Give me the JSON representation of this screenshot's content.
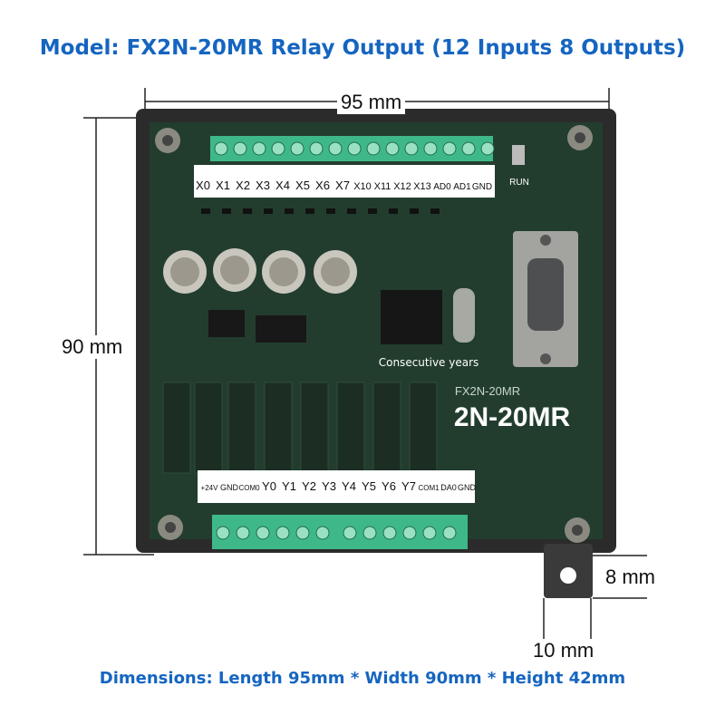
{
  "header": {
    "title": "Model: FX2N-20MR Relay Output (12 Inputs 8 Outputs)"
  },
  "footer": {
    "subtitle": "Dimensions: Length 95mm * Width 90mm * Height 42mm"
  },
  "dimensions": {
    "width_label": "95 mm",
    "height_label": "90 mm",
    "tab_height_label": "8 mm",
    "tab_width_label": "10 mm"
  },
  "board": {
    "input_labels": [
      "X0",
      "X1",
      "X2",
      "X3",
      "X4",
      "X5",
      "X6",
      "X7",
      "X10",
      "X11",
      "X12",
      "X13",
      "AD0",
      "AD1",
      "GND"
    ],
    "output_labels": [
      "+24V",
      "GND",
      "COM0",
      "Y0",
      "Y1",
      "Y2",
      "Y3",
      "Y4",
      "Y5",
      "Y6",
      "Y7",
      "COM1",
      "DA0",
      "GND"
    ],
    "run_label": "RUN",
    "silk_model": "FX2N-20MR",
    "big_model": "2N-20MR",
    "overlay_text": "Consecutive years"
  },
  "colors": {
    "title": "#1565c0",
    "pcb": "#1f3b2c",
    "terminal": "#43b98a",
    "case": "#2a2a2a"
  }
}
